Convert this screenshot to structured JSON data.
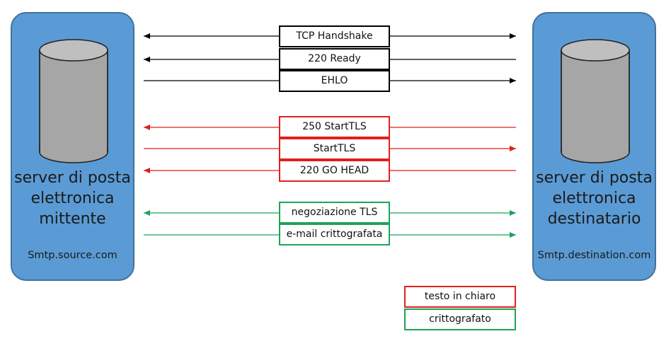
{
  "servers": {
    "sender": {
      "name": "server di posta elettronica mittente",
      "host": "Smtp.source.com"
    },
    "receiver": {
      "name": "server di posta elettronica destinatario",
      "host": "Smtp.destination.com"
    }
  },
  "messages": [
    {
      "label": "TCP Handshake",
      "color": "#000000",
      "direction": "both"
    },
    {
      "label": "220 Ready",
      "color": "#000000",
      "direction": "left"
    },
    {
      "label": "EHLO",
      "color": "#000000",
      "direction": "right"
    },
    {
      "label": "250 StartTLS",
      "color": "#e0201e",
      "direction": "left"
    },
    {
      "label": "StartTLS",
      "color": "#e0201e",
      "direction": "right"
    },
    {
      "label": "220 GO HEAD",
      "color": "#e0201e",
      "direction": "left"
    },
    {
      "label": "negoziazione TLS",
      "color": "#1ea35a",
      "direction": "both"
    },
    {
      "label": "e-mail crittografata",
      "color": "#1ea35a",
      "direction": "right"
    }
  ],
  "legend": {
    "plain": "testo in chiaro",
    "encrypted": "crittografato",
    "plain_color": "#e0201e",
    "encrypted_color": "#1ea35a"
  }
}
